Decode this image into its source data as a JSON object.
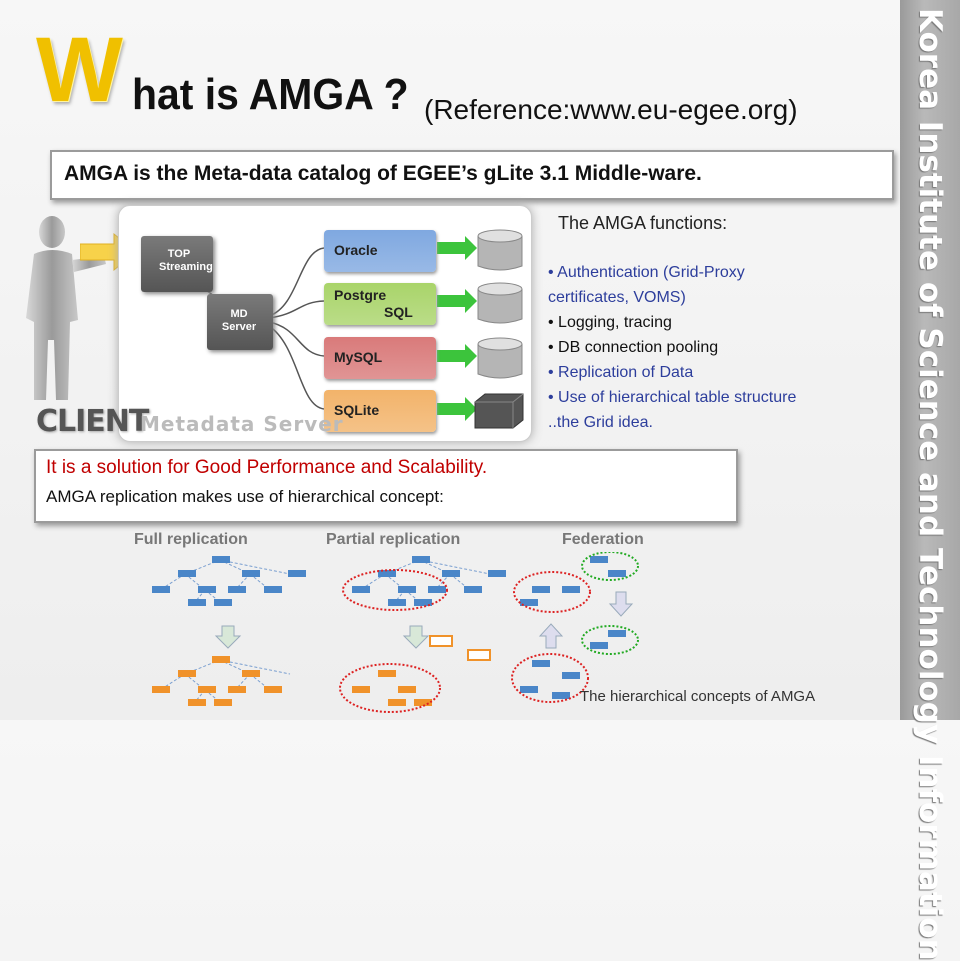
{
  "title": {
    "initial": "W",
    "rest": "hat is AMGA ?",
    "reference": "(Reference:www.eu-egee.org)"
  },
  "banner": "AMGA is the Meta-data catalog of EGEE’s gLite 3.1 Middle-ware.",
  "sidebar_text": "Korea Institute of Science and Technology Information",
  "diagram": {
    "client_label": "CLIENT",
    "server_label": "Metadata Server",
    "top_streaming": [
      "TOP",
      "Streaming"
    ],
    "md_server": [
      "MD",
      "Server"
    ],
    "databases": [
      {
        "line1": "Oracle",
        "line2": "",
        "color": "#7fa8e0"
      },
      {
        "line1": "Postgre",
        "line2": "SQL",
        "color": "#a9d46a"
      },
      {
        "line1": "MySQL",
        "line2": "",
        "color": "#d97a7a"
      },
      {
        "line1": "SQLite",
        "line2": "",
        "color": "#f2b36a"
      }
    ]
  },
  "functions": {
    "title": "The AMGA functions:",
    "lines": [
      {
        "text": "• Authentication (Grid-Proxy",
        "color": "blue"
      },
      {
        "text": "certificates, VOMS)",
        "color": "blue"
      },
      {
        "text": "• Logging, tracing",
        "color": "black"
      },
      {
        "text": "• DB connection pooling",
        "color": "black"
      },
      {
        "text": "• Replication of Data",
        "color": "blue"
      },
      {
        "text": "• Use of hierarchical table structure",
        "color": "blue"
      },
      {
        "text": "..the Grid idea.",
        "color": "blue"
      }
    ]
  },
  "solution": {
    "line1": "It is a solution for Good Performance and Scalability.",
    "line2": "AMGA replication makes use of hierarchical concept:"
  },
  "replication": {
    "labels": [
      "Full replication",
      "Partial replication",
      "Federation"
    ]
  },
  "caption": "The hierarchical concepts of AMGA",
  "colors": {
    "accent": "#f0c000",
    "solution_red": "#c00000",
    "list_blue": "#2d3e9c",
    "node_blue": "#4a86c8",
    "node_orange": "#f0922a"
  }
}
